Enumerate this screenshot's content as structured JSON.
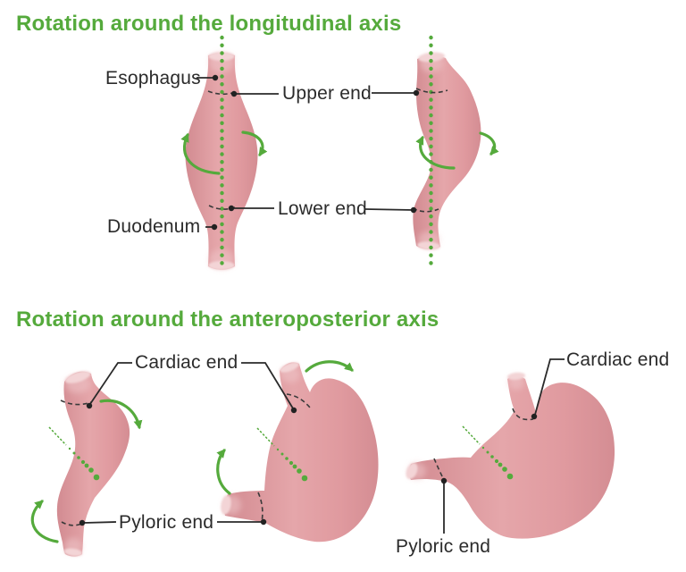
{
  "sections": [
    {
      "id": "longitudinal",
      "title": "Rotation around the longitudinal axis",
      "labels": {
        "esophagus": "Esophagus",
        "upper_end": "Upper end",
        "lower_end": "Lower end",
        "duodenum": "Duodenum"
      }
    },
    {
      "id": "anteroposterior",
      "title": "Rotation around the anteroposterior axis",
      "labels": {
        "cardiac_end_left": "Cardiac end",
        "pyloric_end_left": "Pyloric end",
        "cardiac_end_right": "Cardiac end",
        "pyloric_end_right": "Pyloric end"
      }
    }
  ],
  "icons": {
    "rotation_axis_vertical": "green-dotted-vertical-line",
    "rotation_axis_anteroposterior": "green-dotted-diagonal-line",
    "rotation_arrow": "curved-green-arrow",
    "label_anchor": "black-dot"
  },
  "colors": {
    "accent_green": "#55aa3c",
    "stomach_pink": "#e09a9e",
    "stomach_pink_dark": "#d28b91",
    "stomach_pink_light": "#f3d4d6",
    "label_text": "#2b2b2b"
  }
}
